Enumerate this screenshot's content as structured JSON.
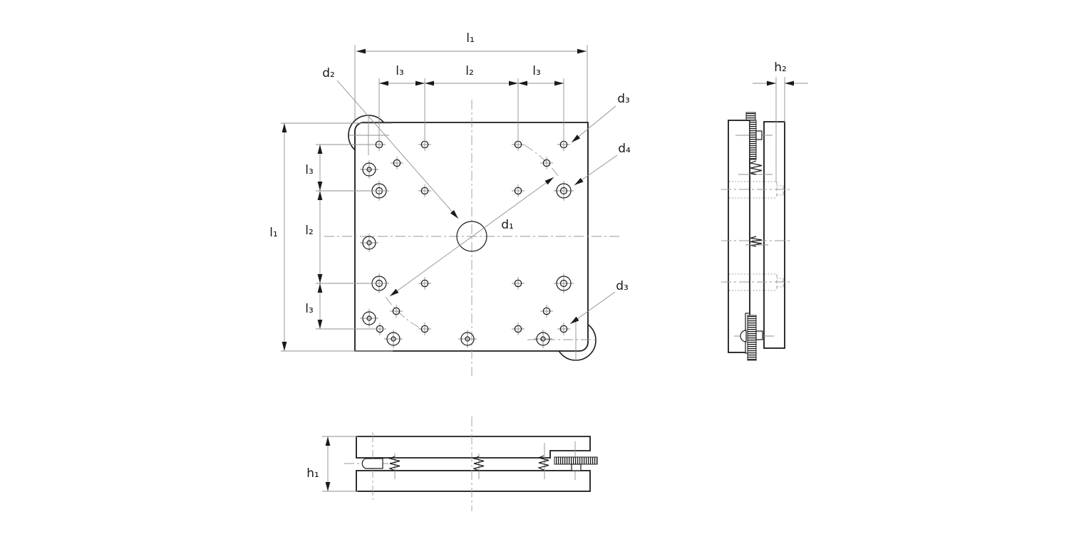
{
  "drawing": {
    "type": "technical-drawing",
    "colors": {
      "outline": "#1a1a1a",
      "dimension_lines": "#8f8f8f",
      "centerlines": "#9a9a9a",
      "background": "#ffffff"
    },
    "labels": {
      "l1_top": "l₁",
      "l3_top_left": "l₃",
      "l2_top": "l₂",
      "l3_top_right": "l₃",
      "l1_left": "l₁",
      "l3_left_upper": "l₃",
      "l2_left": "l₂",
      "l3_left_lower": "l₃",
      "d1": "d₁",
      "d2": "d₂",
      "d3_upper": "d₃",
      "d4": "d₄",
      "d3_lower": "d₃",
      "h2": "h₂",
      "h1": "h₁"
    }
  }
}
